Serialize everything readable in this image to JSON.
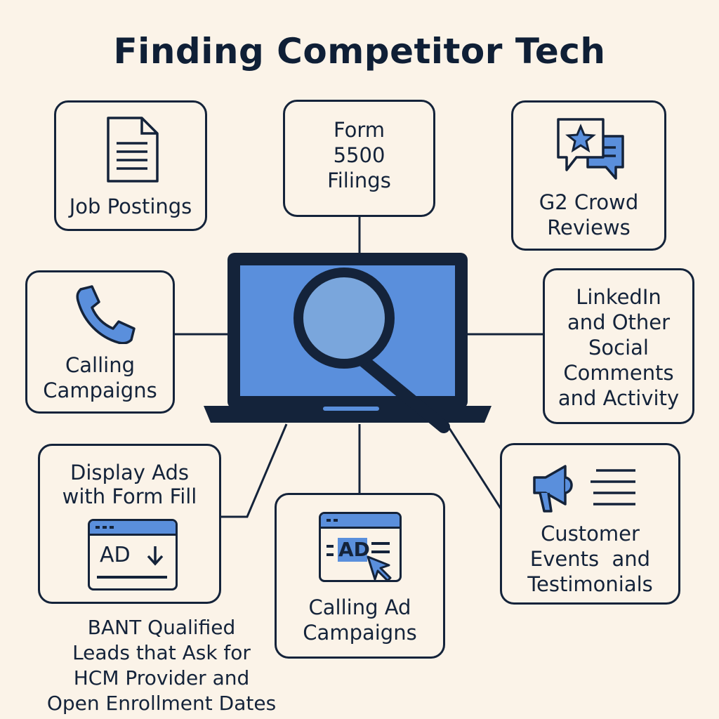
{
  "title": "Finding Competitor Tech",
  "nodes": {
    "job_postings": {
      "label": "Job Postings",
      "icon": "document-icon"
    },
    "form_5500": {
      "lines": [
        "Form",
        "5500",
        "Filings"
      ]
    },
    "g2_crowd": {
      "lines": [
        "G2 Crowd",
        "Reviews"
      ],
      "icon": "review-chat-bubbles-icon"
    },
    "calling_campaigns": {
      "lines": [
        "Calling",
        "Campaigns"
      ],
      "icon": "phone-icon"
    },
    "linkedin": {
      "lines": [
        "LinkedIn",
        "and Other",
        "Social",
        "Comments",
        "and Activity"
      ]
    },
    "display_ads": {
      "lines": [
        "Display Ads",
        "with Form Fill"
      ],
      "ad_text": "AD",
      "icon": "ad-download-window-icon"
    },
    "calling_ad": {
      "lines": [
        "Calling Ad",
        "Campaigns"
      ],
      "ad_text": "AD",
      "icon": "ad-click-window-icon"
    },
    "customer_events": {
      "lines": [
        "Customer",
        "Events  and",
        "Testimonials"
      ],
      "icon": "megaphone-icon"
    }
  },
  "bant": {
    "lines": [
      "BANT Qualified",
      "Leads that Ask for",
      "HCM Provider and",
      "Open Enrollment Dates"
    ]
  },
  "center": {
    "icon": "laptop-magnifier-icon"
  },
  "colors": {
    "background": "#fbf3e8",
    "ink": "#14233a",
    "screen_blue": "#5a8fdc",
    "lens_blue": "#7aa6dc"
  }
}
